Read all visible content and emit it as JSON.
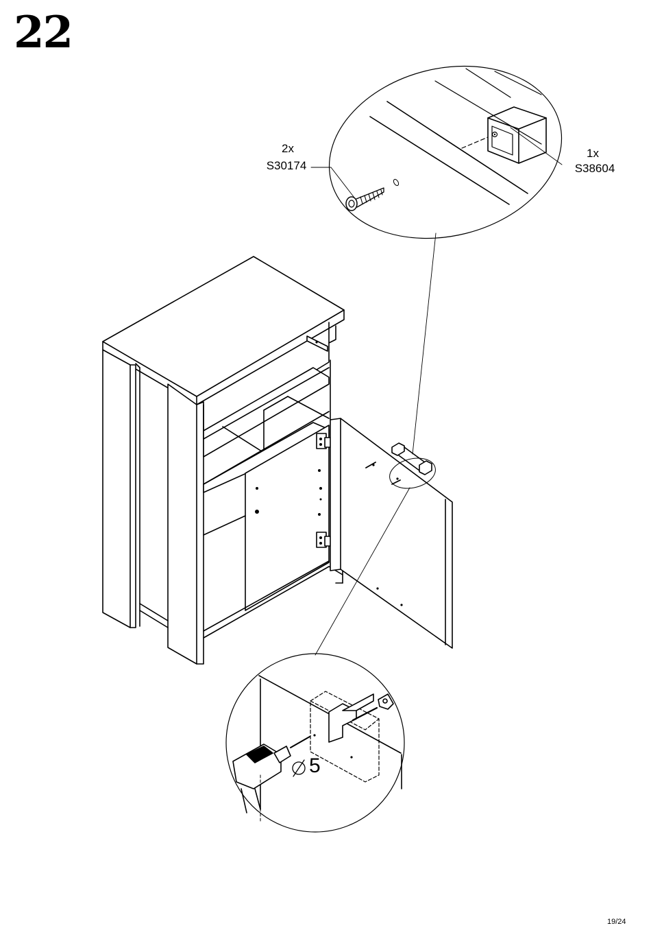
{
  "step": {
    "number": "22"
  },
  "parts": {
    "screw": {
      "quantity": "2x",
      "code": "S30174"
    },
    "handle": {
      "quantity": "1x",
      "code": "S38604"
    }
  },
  "drill": {
    "diameter_label": "5"
  },
  "footer": {
    "page": "19/24"
  }
}
